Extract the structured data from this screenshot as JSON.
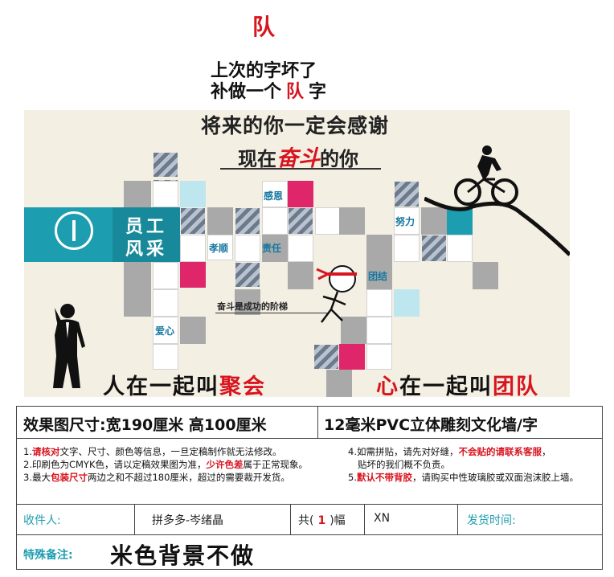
{
  "header": {
    "top_char": "队",
    "note_line1": "上次的字坏了",
    "note_line2_prefix": "补做一个",
    "note_line2_char": "队",
    "note_line2_suffix": "字"
  },
  "wall": {
    "title_line1": "将来的你一定会感谢",
    "title_line2_prefix": "现在",
    "title_line2_strive": "奋斗",
    "title_line2_suffix": "的你",
    "band_line1": "员工",
    "band_line2": "风采",
    "tags": {
      "gratitude": "感恩",
      "filial": "孝顺",
      "responsibility": "责任",
      "effort": "努力",
      "unity": "团结",
      "love": "爱心"
    },
    "ladder_caption": "奋斗是成功的阶梯",
    "slogan_left_prefix": "人在一起叫",
    "slogan_left_red": "聚会",
    "slogan_right_red1": "心",
    "slogan_right_mid": "在一起叫",
    "slogan_right_red2": "团队"
  },
  "info": {
    "size_label": "效果图尺寸:宽190厘米 高100厘米",
    "material": "12毫米PVC立体雕刻文化墙/字",
    "notes_left": {
      "n1_prefix": "1.",
      "n1_red": "请核对",
      "n1_rest": "文字、尺寸、颜色等信息，一旦定稿制作就无法修改。",
      "n2_prefix": "2.印刷色为CMYK色，请以定稿效果图为准，",
      "n2_red": "少许色差",
      "n2_rest": "属于正常现象。",
      "n3_prefix": "3.最大",
      "n3_red": "包装尺寸",
      "n3_rest": "两边之和不超过180厘米，超过的需要裁开发货。"
    },
    "notes_right": {
      "n4_prefix": "4.如需拼贴，请先对好缝，",
      "n4_red": "不会贴的请联系客服",
      "n4_rest": "，",
      "n4_line2": "贴坏的我们概不负责。",
      "n5_prefix": "5.",
      "n5_red": "默认不带背胶",
      "n5_rest": "，请购买中性玻璃胶或双面泡沫胶上墙。"
    },
    "recipient_label": "收件人:",
    "shop": "拼多多-岑绪晶",
    "count_prefix": "共(",
    "count_value": "1",
    "count_suffix": ")幅",
    "code": "XN",
    "ship_time_label": "发货时间:",
    "remark_label": "特殊备注:",
    "remark_value": "米色背景不做"
  },
  "colors": {
    "accent_red": "#d8141f",
    "teal": "#1d9db0",
    "magenta": "#e0266a",
    "wall_background": "#f4efe3"
  }
}
